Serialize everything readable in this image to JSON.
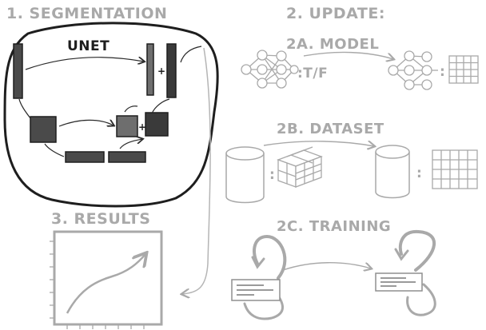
{
  "labels": {
    "segmentation": "1. SEGMENTATION",
    "update": "2. UPDATE:",
    "model": "2A. MODEL",
    "tf": ":T/F",
    "colon_model": ":",
    "dataset": "2B. DATASET",
    "colon_ds1": ":",
    "colon_ds2": ":",
    "results": "3. RESULTS",
    "training": "2C. TRAINING",
    "unet": "UNET"
  },
  "colors": {
    "ink": "#2a2a2a",
    "faded": "#a9a9a9",
    "fill_dark": "#4a4a4a",
    "fill_mid": "#6e6e6e"
  }
}
